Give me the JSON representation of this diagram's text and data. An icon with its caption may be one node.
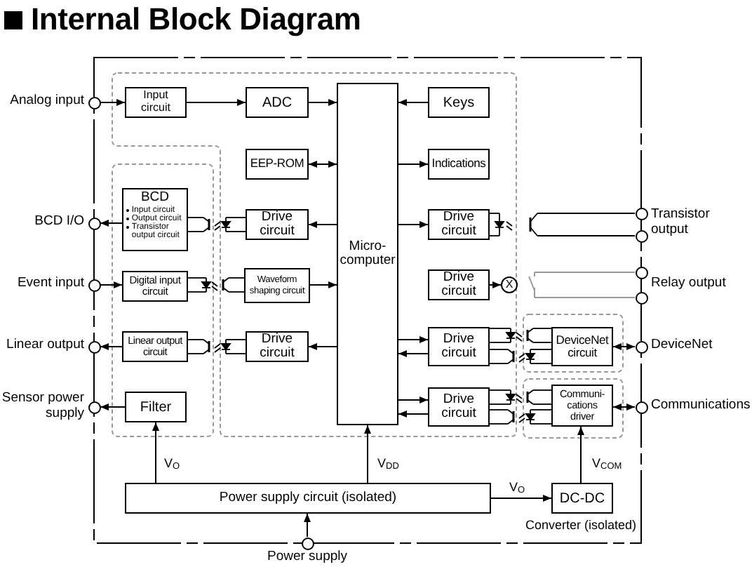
{
  "diagram": {
    "title": "Internal Block Diagram",
    "nodes": [
      {
        "text": [],
        "shape": "circle",
        "beside": [
          "Analog input"
        ]
      },
      {
        "text": [
          "Input circuit"
        ]
      },
      {
        "text": [
          "ADC"
        ]
      },
      {
        "text": [
          "Keys"
        ]
      },
      {
        "text": [
          "EEP-ROM"
        ]
      },
      {
        "text": [
          "Indications"
        ]
      },
      {
        "text": [
          "Micro-computer"
        ]
      },
      {
        "text": [],
        "shape": "circle",
        "beside": [
          "BCD I/O"
        ]
      },
      {
        "text": [
          "BCD",
          "Input circuit",
          "Output circuit",
          "Transistor output circuit"
        ]
      },
      {
        "text": [
          "Drive circuit"
        ]
      },
      {
        "text": [
          "Drive circuit"
        ]
      },
      {
        "text": [],
        "shape": "circle",
        "beside": [
          "Transistor output"
        ]
      },
      {
        "text": [],
        "shape": "circle"
      },
      {
        "text": [],
        "shape": "circle",
        "beside": [
          "Event input"
        ]
      },
      {
        "text": [
          "Digital input circuit"
        ]
      },
      {
        "text": [
          "Waveform shaping circuit"
        ]
      },
      {
        "text": [
          "Drive circuit"
        ]
      },
      {
        "text": [
          "X"
        ]
      },
      {
        "text": [],
        "shape": "circle",
        "beside": [
          "Relay output"
        ]
      },
      {
        "text": [],
        "shape": "circle"
      },
      {
        "text": [],
        "shape": "circle",
        "beside": [
          "Linear output"
        ]
      },
      {
        "text": [
          "Linear output circuit"
        ]
      },
      {
        "text": [
          "Drive circuit"
        ]
      },
      {
        "text": [
          "Drive circuit"
        ]
      },
      {
        "text": [
          "DeviceNet circuit"
        ]
      },
      {
        "text": [],
        "shape": "circle",
        "beside": [
          "DeviceNet"
        ]
      },
      {
        "text": [],
        "shape": "circle",
        "beside": [
          "Sensor power supply"
        ]
      },
      {
        "text": [
          "Filter"
        ]
      },
      {
        "text": [
          "Drive circuit"
        ]
      },
      {
        "text": [
          "Communi-cations driver"
        ]
      },
      {
        "text": [],
        "shape": "circle",
        "beside": [
          "Communications"
        ]
      },
      {
        "text": [
          "Power supply circuit (isolated)"
        ]
      },
      {
        "text": [
          "DC-DC"
        ],
        "beside": [
          "Converter (isolated)"
        ]
      },
      {
        "text": [],
        "shape": "circle",
        "beside": [
          "Power supply"
        ]
      }
    ],
    "edges": [
      {
        "from": 0,
        "to": 1,
        "arrow": "to"
      },
      {
        "from": 1,
        "to": 2,
        "arrow": "to"
      },
      {
        "from": 2,
        "to": 6,
        "arrow": "to"
      },
      {
        "from": 4,
        "to": 6,
        "arrow": "both"
      },
      {
        "from": 3,
        "to": 6,
        "arrow": "to"
      },
      {
        "from": 6,
        "to": 5,
        "arrow": "to"
      },
      {
        "from": 8,
        "to": 7,
        "arrow": "to"
      },
      {
        "from": 6,
        "to": 9,
        "arrow": "to"
      },
      {
        "from": 13,
        "to": 14,
        "arrow": "to"
      },
      {
        "from": 15,
        "to": 6,
        "arrow": "to"
      },
      {
        "from": 6,
        "to": 10,
        "arrow": "to"
      },
      {
        "from": 16,
        "to": 17,
        "arrow": "to"
      },
      {
        "from": 21,
        "to": 20,
        "arrow": "to"
      },
      {
        "from": 6,
        "to": 22,
        "arrow": "to"
      },
      {
        "from": 6,
        "to": 23,
        "arrow": "to"
      },
      {
        "from": 23,
        "to": 6,
        "arrow": "to"
      },
      {
        "from": 24,
        "to": 25,
        "arrow": "both"
      },
      {
        "from": 27,
        "to": 26,
        "arrow": "to"
      },
      {
        "from": 6,
        "to": 28,
        "arrow": "to"
      },
      {
        "from": 28,
        "to": 6,
        "arrow": "to"
      },
      {
        "from": 29,
        "to": 30,
        "arrow": "both"
      },
      {
        "from": 33,
        "to": 31,
        "arrow": "to"
      },
      {
        "from": 31,
        "to": 27,
        "arrow": "to",
        "label": "V$_{O}$"
      },
      {
        "from": 31,
        "to": 6,
        "arrow": "to",
        "label": "V$_{DD}$"
      },
      {
        "from": 31,
        "to": 32,
        "arrow": "to",
        "label": "V$_{O}$"
      },
      {
        "from": 32,
        "to": 29,
        "arrow": "to",
        "label": "V$_{COM}$"
      }
    ]
  }
}
